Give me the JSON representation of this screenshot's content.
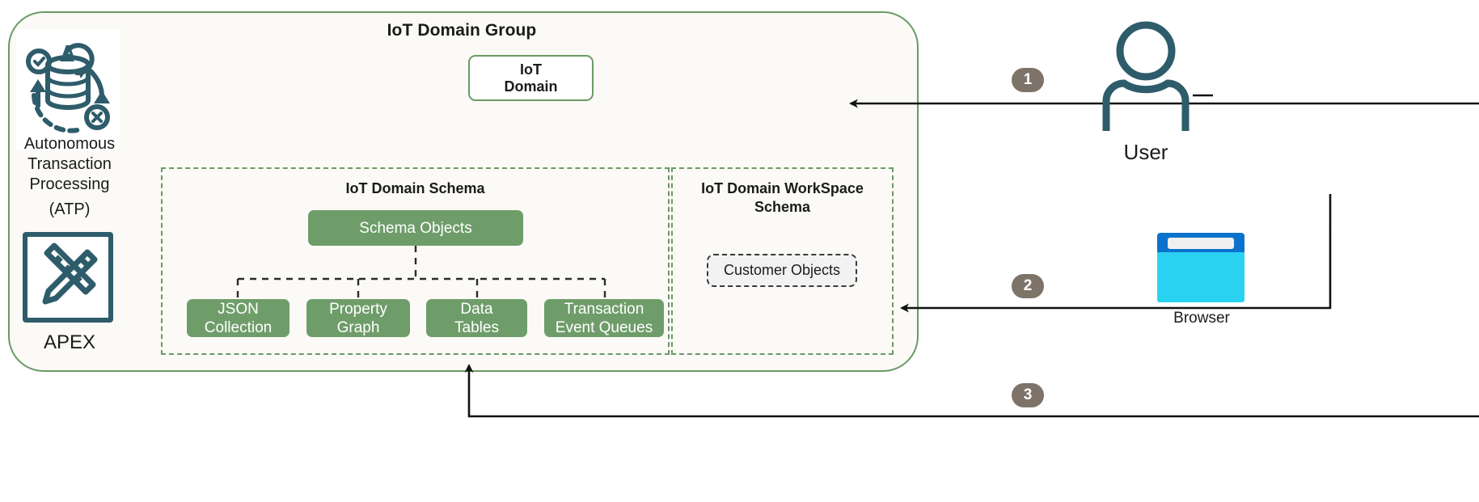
{
  "diagram": {
    "group": {
      "title": "IoT Domain Group"
    },
    "left_column": {
      "atp": {
        "icon": "autonomous-database-icon",
        "caption": "Autonomous\nTransaction\nProcessing\n\n(ATP)",
        "line1": "Autonomous",
        "line2": "Transaction",
        "line3": "Processing",
        "line4": "(ATP)"
      },
      "apex": {
        "icon": "pencil-ruler-icon",
        "caption": "APEX"
      }
    },
    "iot_domain": {
      "label": "IoT\nDomain",
      "line1": "IoT",
      "line2": "Domain"
    },
    "panels": [
      {
        "id": "schema",
        "title": "IoT Domain Schema"
      },
      {
        "id": "workspace",
        "title": "IoT Domain WorkSpace\nSchema",
        "line1": "IoT Domain WorkSpace",
        "line2": "Schema"
      }
    ],
    "schema_objects": {
      "label": "Schema Objects"
    },
    "schema_children": [
      {
        "line1": "JSON",
        "line2": "Collection"
      },
      {
        "line1": "Property",
        "line2": "Graph"
      },
      {
        "line1": "Data",
        "line2": "Tables"
      },
      {
        "line1": "Transaction",
        "line2": "Event Queues"
      }
    ],
    "workspace_objects": {
      "label": "Customer Objects"
    },
    "actors": [
      {
        "icon": "user-icon",
        "label": "User"
      },
      {
        "icon": "browser-icon",
        "label": "Browser"
      }
    ],
    "steps": [
      {
        "number": "1",
        "description": "User to IoT Domain"
      },
      {
        "number": "2",
        "description": "Browser to IoT Domain WorkSpace Schema"
      },
      {
        "number": "3",
        "description": "Return to IoT Domain Schema"
      }
    ],
    "colors": {
      "group_border": "#6a9a64",
      "group_fill": "#fbfaf6",
      "triangle": "#b9cdb2",
      "green_box": "#6f9d6a",
      "icon_teal": "#2e5c6b",
      "badge": "#7d7369",
      "browser_titlebar": "#0a72cc",
      "browser_body": "#2ad2f2",
      "connector": "#1a1a1a"
    }
  }
}
